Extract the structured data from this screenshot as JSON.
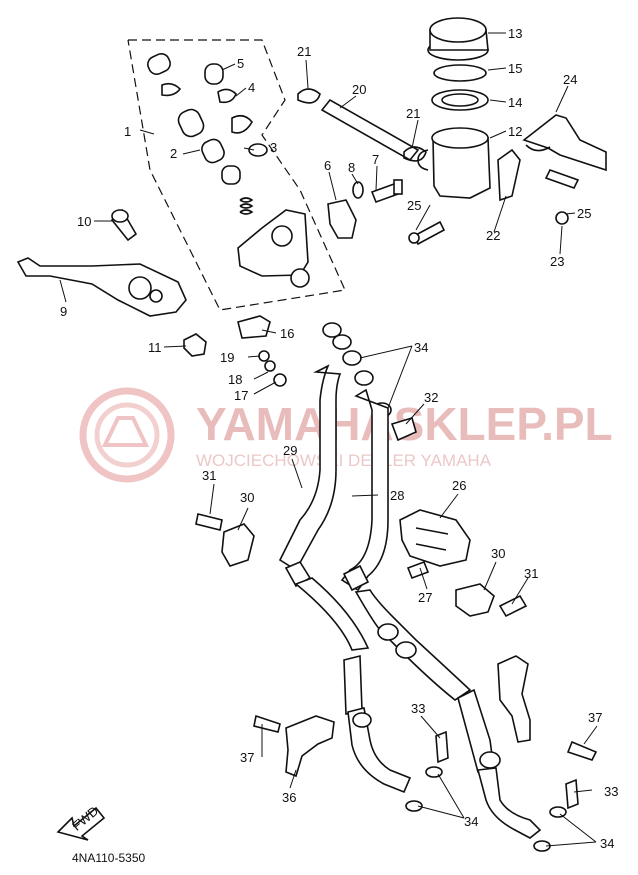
{
  "watermark": {
    "brand": "YAMAHASKLEP.PL",
    "subtitle": "WOJCIECHOWSKI DEALER YAMAHA"
  },
  "diagram_code": "4NA110-5350",
  "fwd_label": "FWD",
  "callouts": [
    "1",
    "2",
    "3",
    "4",
    "5",
    "6",
    "7",
    "8",
    "9",
    "10",
    "11",
    "12",
    "13",
    "14",
    "15",
    "16",
    "17",
    "18",
    "19",
    "20",
    "21",
    "22",
    "23",
    "24",
    "25",
    "26",
    "27",
    "28",
    "29",
    "30",
    "31",
    "32",
    "33",
    "34",
    "36",
    "37"
  ]
}
